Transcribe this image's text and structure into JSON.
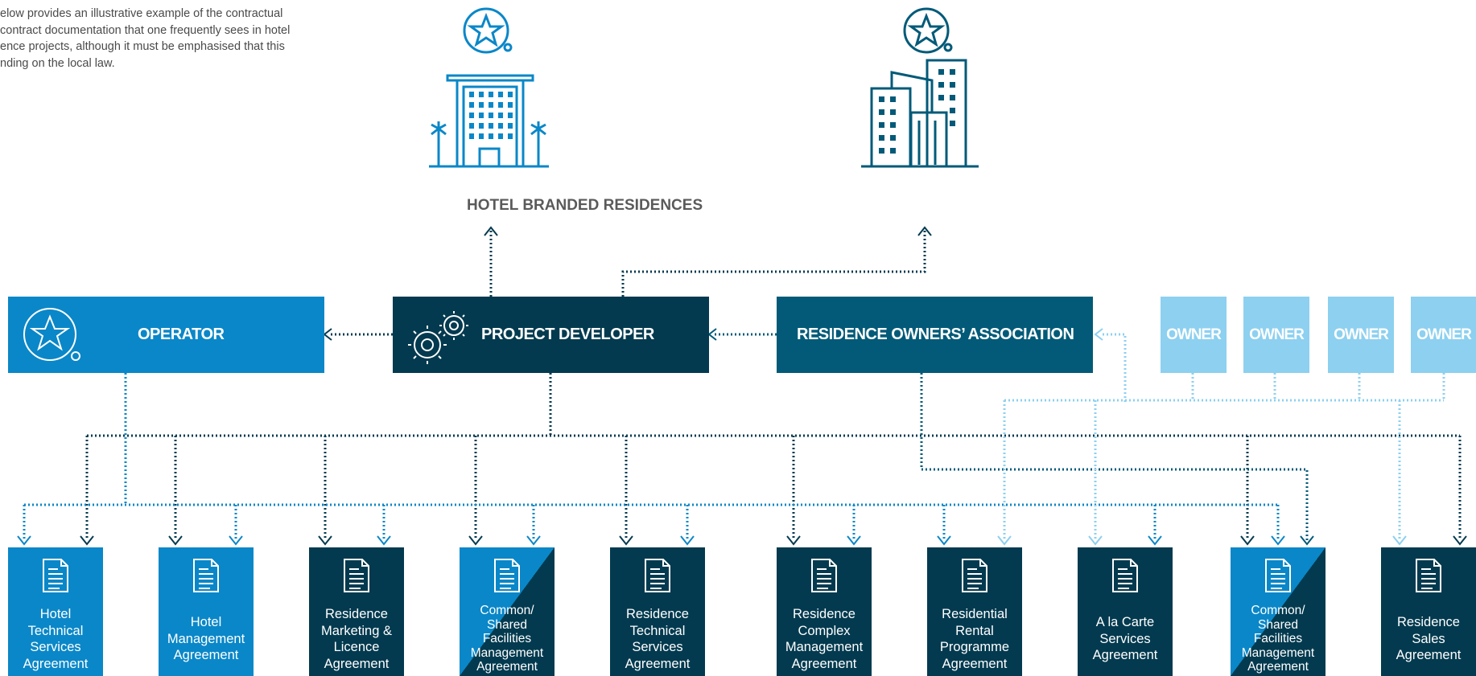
{
  "intro_lines": [
    "elow provides an illustrative example of the contractual",
    "contract documentation that one frequently sees in hotel",
    "ence projects, although it must be emphasised that this",
    "nding on the local law."
  ],
  "headline": "HOTEL BRANDED RESIDENCES",
  "boxes": {
    "operator": "OPERATOR",
    "developer": "PROJECT DEVELOPER",
    "association": "RESIDENCE OWNERS’ ASSOCIATION"
  },
  "owner_label": "OWNER",
  "agreements": [
    "Hotel Technical Services Agreement",
    "Hotel Management Agreement",
    "Residence Marketing & Licence Agreement",
    "Common/ Shared Facilities Management Agreement",
    "Residence Technical Services Agreement",
    "Residence Complex Management Agreement",
    "Residential Rental Programme Agreement",
    "A la Carte Services Agreement",
    "Common/ Shared Facilities Management Agreement",
    "Residence Sales Agreement"
  ],
  "colors": {
    "blue": "#0a87c8",
    "dark": "#033a4f",
    "teal": "#025a78",
    "light": "#8dd0f0"
  },
  "icons": [
    "hotel-building-icon",
    "residence-building-icon",
    "star-badge-icon",
    "gears-icon",
    "document-icon"
  ]
}
